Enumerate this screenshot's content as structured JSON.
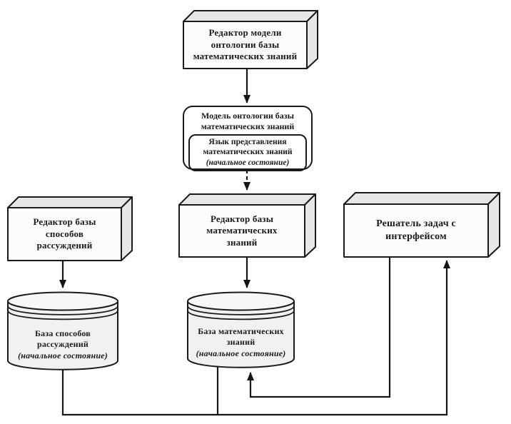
{
  "colors": {
    "stroke": "#1a1a1a",
    "box_front": "#fcfcfc",
    "box_side": "#e7e7e7",
    "cylinder_fill": "#f1f1f1",
    "background": "#ffffff"
  },
  "nodes": {
    "ontology_editor": {
      "lines": [
        "Редактор модели",
        "онтологии базы",
        "математических знаний"
      ]
    },
    "ontology_model": {
      "lines": [
        "Модель онтологии базы",
        "математических знаний"
      ]
    },
    "repr_language": {
      "lines": [
        "Язык представления",
        "математических знаний"
      ],
      "state": "(начальное состояние)"
    },
    "reasoning_editor": {
      "lines": [
        "Редактор базы",
        "способов",
        "рассуждений"
      ]
    },
    "math_editor": {
      "lines": [
        "Редактор базы",
        "математических",
        "знаний"
      ]
    },
    "solver": {
      "lines": [
        "Решатель задач с",
        "интерфейсом"
      ]
    },
    "reasoning_db": {
      "lines": [
        "База способов",
        "рассуждений"
      ],
      "state": "(начальное состояние)"
    },
    "math_db": {
      "lines": [
        "База математических",
        "знаний"
      ],
      "state": "(начальное состояние)"
    }
  }
}
